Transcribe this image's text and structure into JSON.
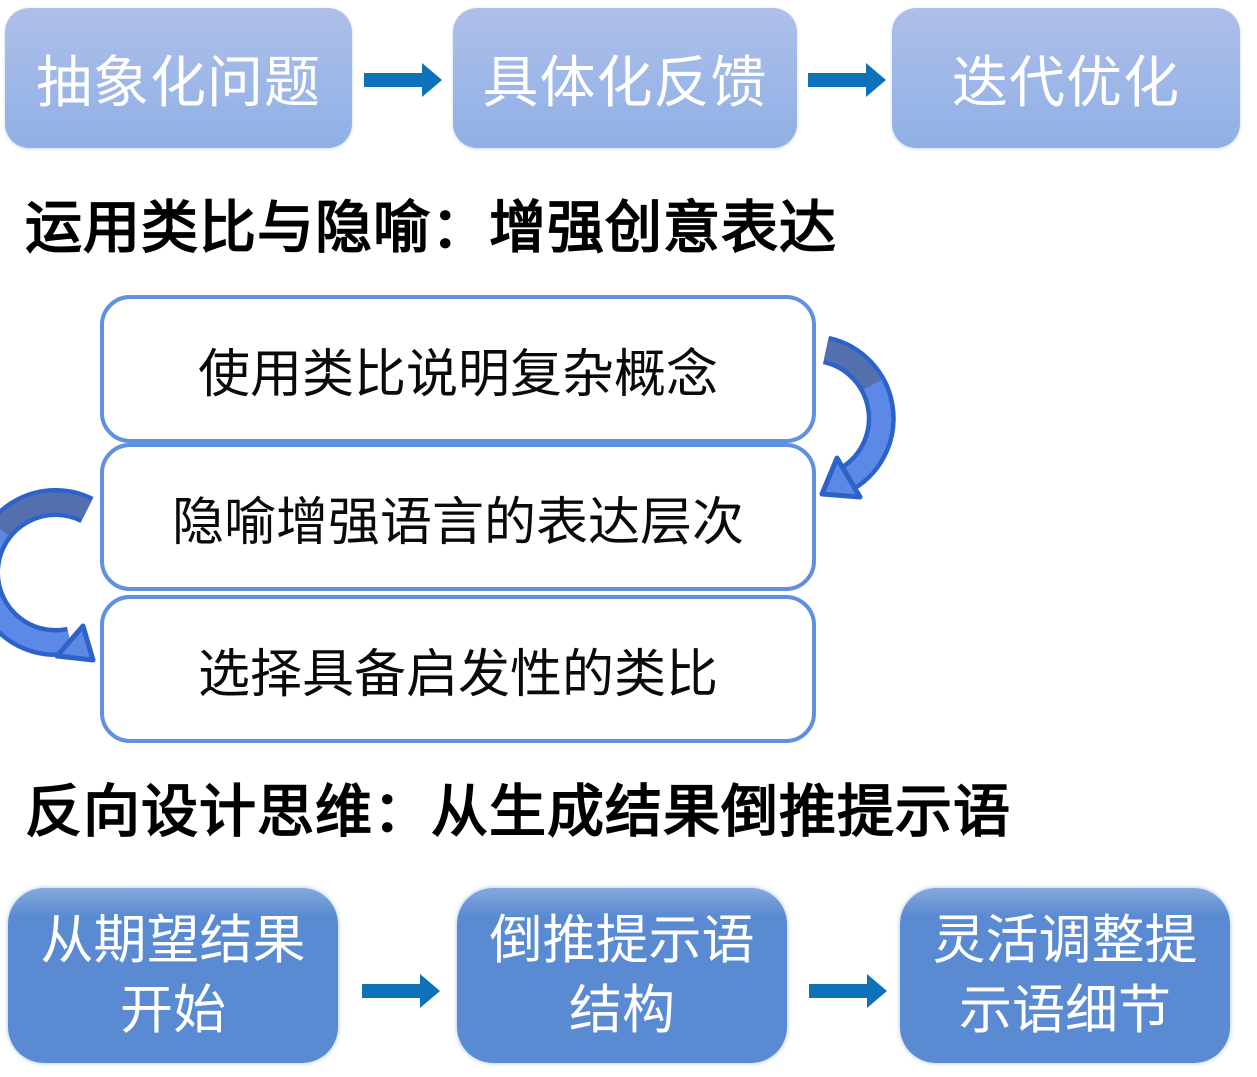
{
  "colors": {
    "top-box-start": "#aebfe9",
    "top-box-end": "#8fb0e6",
    "box-text": "#ffffff",
    "block-arrow": "#0e72bb",
    "mid-box-border": "#6090e2",
    "mid-box-text": "#0a0a0a",
    "curved-fill": "#5c89e6",
    "curved-outline": "#2d63c8",
    "curved-shade": "#51699f",
    "bottom-box-start": "#84a9dd",
    "bottom-box-end": "#5a8bd2",
    "heading-color": "#000000"
  },
  "top_flow": {
    "steps": [
      {
        "label": "抽象化问题"
      },
      {
        "label": "具体化反馈"
      },
      {
        "label": "迭代优化"
      }
    ]
  },
  "analogy_section": {
    "heading": "运用类比与隐喻：增强创意表达",
    "steps": [
      {
        "label": "使用类比说明复杂概念"
      },
      {
        "label": "隐喻增强语言的表达层次"
      },
      {
        "label": "选择具备启发性的类比"
      }
    ]
  },
  "reverse_section": {
    "heading": "反向设计思维：从生成结果倒推提示语",
    "steps": [
      {
        "label": "从期望结果\n开始"
      },
      {
        "label": "倒推提示语\n结构"
      },
      {
        "label": "灵活调整提\n示语细节"
      }
    ]
  }
}
